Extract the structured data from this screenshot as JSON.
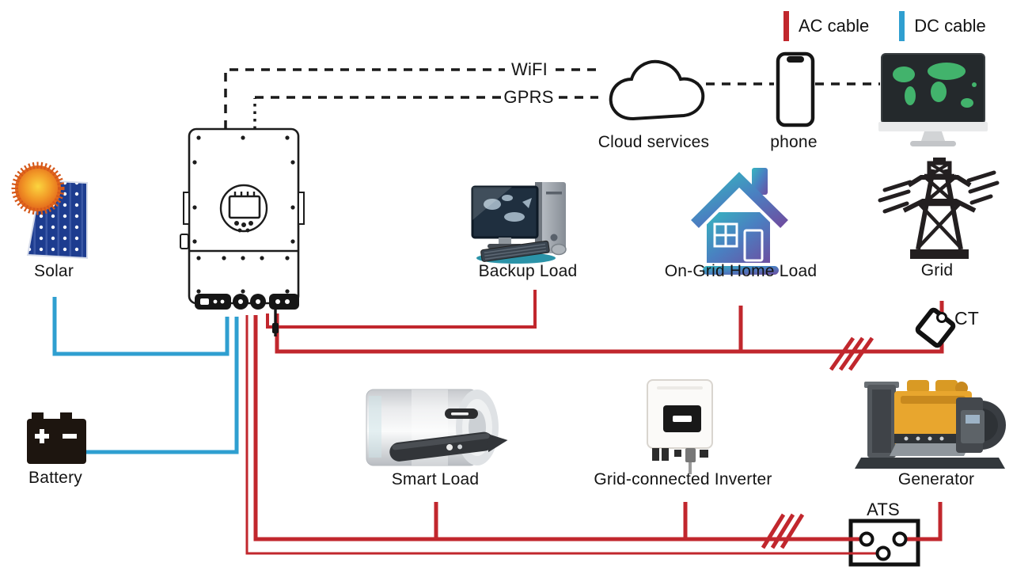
{
  "legend": {
    "items": [
      {
        "label": "AC cable",
        "color": "#c1272d"
      },
      {
        "label": "DC cable",
        "color": "#2f9fd0"
      }
    ]
  },
  "colors": {
    "ac_cable": "#c1272d",
    "dc_cable": "#2f9fd0",
    "signal_dashed": "#1a1a1a",
    "solar_panel": "#1d3c8f",
    "house_gradient_start": "#35b6bf",
    "house_gradient_end": "#6d4fa1",
    "generator_engine": "#e8a62e",
    "monitor_map_green": "#42b36c"
  },
  "nodes": {
    "solar": {
      "label": "Solar",
      "icon": "sun-and-solar-panel-icon"
    },
    "battery": {
      "label": "Battery",
      "icon": "battery-icon"
    },
    "hybrid_inverter": {
      "label": "",
      "icon": "hybrid-inverter-icon"
    },
    "wifi_link": {
      "label": "WiFI"
    },
    "gprs_link": {
      "label": "GPRS"
    },
    "cloud": {
      "label": "Cloud services",
      "icon": "cloud-icon"
    },
    "phone": {
      "label": "phone",
      "icon": "smartphone-icon"
    },
    "monitor": {
      "label": "",
      "icon": "world-map-monitor-icon"
    },
    "backup_load": {
      "label": "Backup Load",
      "icon": "desktop-computer-icon"
    },
    "on_grid_home_load": {
      "label": "On-Grid Home Load",
      "icon": "house-icon"
    },
    "grid": {
      "label": "Grid",
      "icon": "transmission-tower-icon"
    },
    "ct": {
      "label": "CT",
      "icon": "ct-clamp-icon"
    },
    "smart_load": {
      "label": "Smart Load",
      "icon": "water-heater-icon"
    },
    "grid_connected_inverter": {
      "label": "Grid-connected Inverter",
      "icon": "string-inverter-icon"
    },
    "generator": {
      "label": "Generator",
      "icon": "diesel-generator-icon"
    },
    "ats": {
      "label": "ATS",
      "icon": "ats-terminal-box-icon"
    }
  },
  "connections": [
    {
      "from": "hybrid_inverter",
      "to": "solar",
      "cable": "dc"
    },
    {
      "from": "hybrid_inverter",
      "to": "battery",
      "cable": "dc"
    },
    {
      "from": "hybrid_inverter",
      "to": "backup_load",
      "cable": "ac"
    },
    {
      "from": "hybrid_inverter",
      "to": "on_grid_home_load",
      "cable": "ac"
    },
    {
      "from": "hybrid_inverter",
      "to": "grid",
      "cable": "ac",
      "through": "ct",
      "phase_marks": 3
    },
    {
      "from": "hybrid_inverter",
      "to": "smart_load",
      "cable": "ac"
    },
    {
      "from": "hybrid_inverter",
      "to": "grid_connected_inverter",
      "cable": "ac"
    },
    {
      "from": "hybrid_inverter",
      "to": "ats",
      "cable": "ac",
      "phase_marks": 3
    },
    {
      "from": "ats",
      "to": "generator",
      "cable": "ac"
    },
    {
      "from": "hybrid_inverter",
      "to": "cloud",
      "link": "WiFI"
    },
    {
      "from": "hybrid_inverter",
      "to": "cloud",
      "link": "GPRS"
    },
    {
      "from": "cloud",
      "to": "phone",
      "link": "wireless"
    },
    {
      "from": "phone",
      "to": "monitor",
      "link": "wireless"
    }
  ]
}
